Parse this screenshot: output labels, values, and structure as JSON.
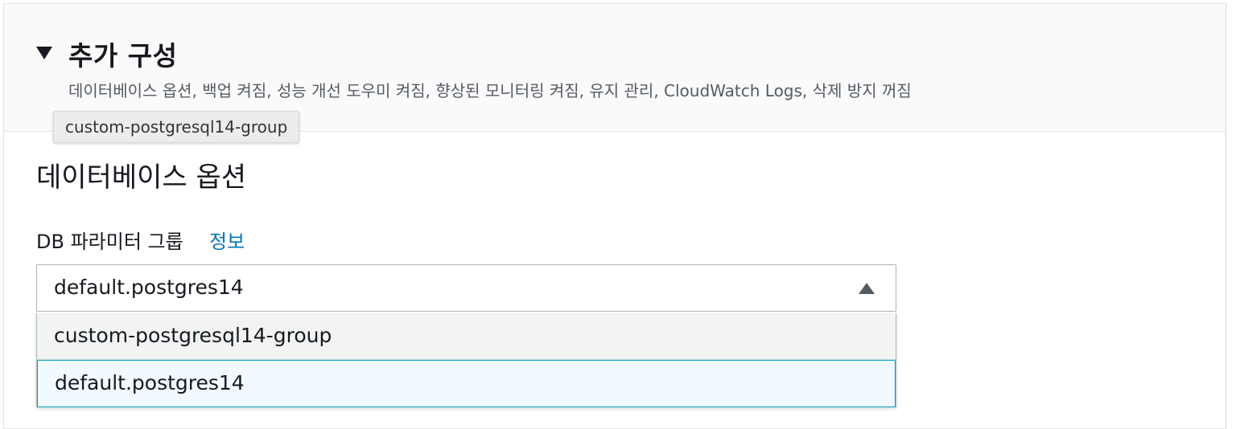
{
  "section": {
    "title": "추가 구성",
    "description": "데이터베이스 옵션, 백업 켜짐, 성능 개선 도우미 켜짐, 향상된 모니터링 켜짐, 유지 관리, CloudWatch Logs, 삭제 방지 꺼짐"
  },
  "tooltip": {
    "text": "custom-postgresql14-group"
  },
  "database_options": {
    "heading": "데이터베이스 옵션",
    "parameter_group": {
      "label": "DB 파라미터 그룹",
      "info_link": "정보",
      "selected_value": "default.postgres14",
      "options": [
        "custom-postgresql14-group",
        "default.postgres14"
      ]
    }
  },
  "colors": {
    "link": "#0073bb",
    "selected_option_border": "#00a1c9",
    "selected_option_bg": "#f1faff",
    "hover_option_bg": "#f2f3f3"
  },
  "icons": {
    "section_toggle": "caret-down-icon",
    "select_toggle": "caret-up-icon"
  }
}
